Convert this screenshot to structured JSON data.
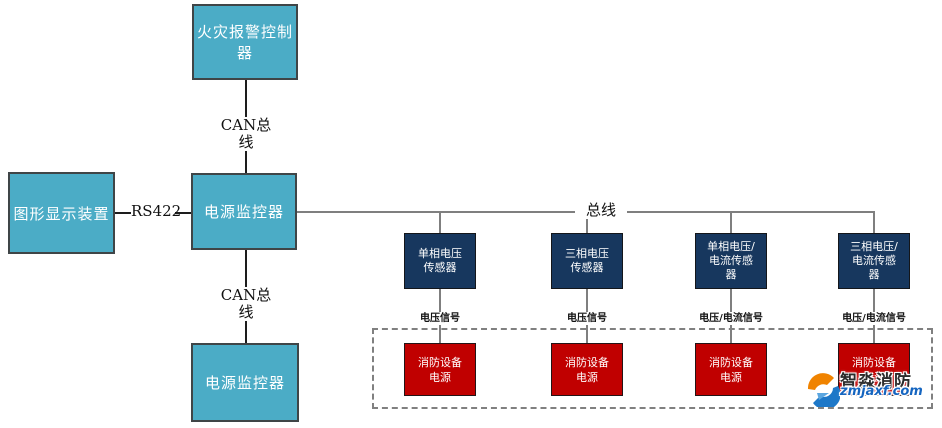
{
  "colors": {
    "node_teal": "#4BACC6",
    "node_navy": "#17375E",
    "node_red": "#C00000",
    "wire_black": "#1d1d1d",
    "wire_gray": "#7f7f7f",
    "dashed_border": "#808080",
    "watermark_blue": "#1565c0"
  },
  "nodes": {
    "fire_alarm_controller": "火灾报警控制器",
    "graphic_display": "图形显示装置",
    "power_monitor_main": "电源监控器",
    "power_monitor_secondary": "电源监控器"
  },
  "connections": {
    "can_bus_top": "CAN总线",
    "can_bus_bottom": "CAN总线",
    "rs422": "RS422",
    "bus": "总线"
  },
  "sensors": [
    {
      "label": "单相电压\n传感器",
      "signal": "电压信号"
    },
    {
      "label": "三相电压\n传感器",
      "signal": "电压信号"
    },
    {
      "label": "单相电压/\n电流传感\n器",
      "signal": "电压/电流信号"
    },
    {
      "label": "三相电压/\n电流传感\n器",
      "signal": "电压/电流信号"
    }
  ],
  "power_supplies": [
    {
      "label": "消防设备\n电源"
    },
    {
      "label": "消防设备\n电源"
    },
    {
      "label": "消防设备\n电源"
    },
    {
      "label": "消防设备\n电源"
    }
  ],
  "watermark": {
    "brand": "智淼消防",
    "domain": "zmjaxf.com"
  }
}
